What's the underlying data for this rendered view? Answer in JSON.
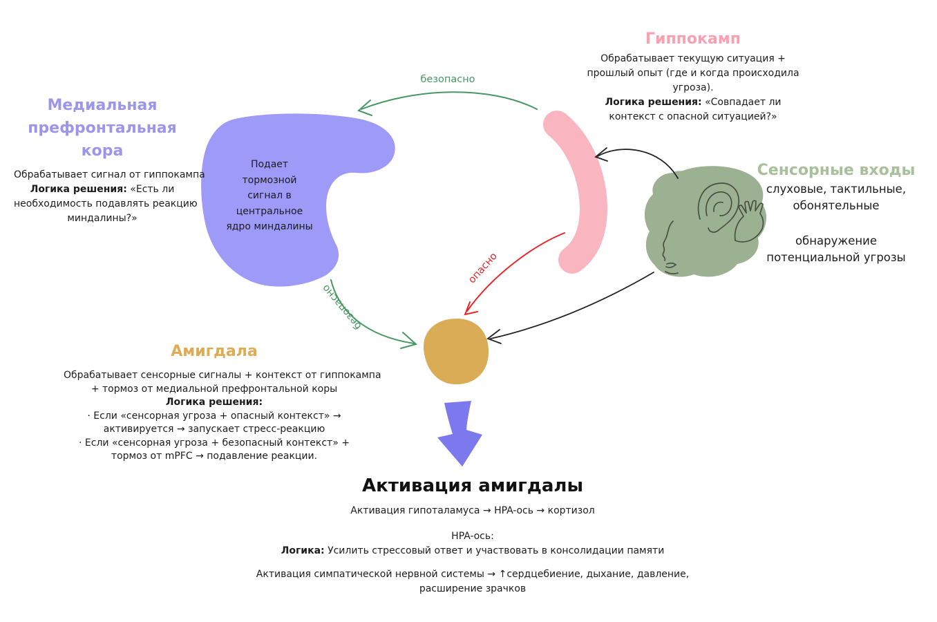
{
  "colors": {
    "mpfc_fill": "#9D9AF8",
    "hippocampus_fill": "#F9B6C1",
    "sensory_fill": "#9CB191",
    "amygdala_fill": "#D9AC55",
    "down_arrow_fill": "#7B79ED",
    "safe_green": "#479663",
    "danger_red": "#E8262A",
    "black_arrow": "#222222",
    "mpfc_title_color": "#9B96EA",
    "hippocampus_title_color": "#F9A1B2",
    "sensory_title_color": "#A9BF9B",
    "amygdala_title_color": "#DFAC55"
  },
  "mpfc": {
    "title_line1": "Медиальная",
    "title_line2": "префронтальная",
    "title_line3": "кора",
    "desc_line1": "Обрабатывает сигнал от гиппокампа",
    "logic_label": "Логика решения:",
    "logic_rest": " «Есть ли",
    "desc_line3": "необходимость подавлять реакцию",
    "desc_line4": "миндалины?»",
    "blob_line1": "Подает",
    "blob_line2": "тормозной",
    "blob_line3": "сигнал в",
    "blob_line4": "центральное",
    "blob_line5": "ядро миндалины"
  },
  "hippocampus": {
    "title": "Гиппокамп",
    "desc_line1": "Обрабатывает текущую ситуация +",
    "desc_line2": "прошлый опыт (где и когда происходила",
    "desc_line3": "угроза).",
    "logic_label": "Логика решения:",
    "logic_rest": " «Совпадает ли",
    "desc_line5": "контекст с опасной ситуацией?»"
  },
  "sensory": {
    "title": "Сенсорные входы",
    "line1": "слуховые, тактильные,",
    "line2": "обонятельные",
    "line3": "обнаружение",
    "line4": "потенциальной угрозы"
  },
  "amygdala": {
    "title": "Амигдала",
    "desc_line1": "Обрабатывает сенсорные сигналы + контекст от гиппокампа",
    "desc_line2": "+ тормоз от медиальной префронтальной коры",
    "logic_label": "Логика решения:",
    "bullet1_line1": "·   Если «сенсорная угроза + опасный контекст» →",
    "bullet1_line2": "активируется → запускает стресс-реакцию",
    "bullet2_line1": "·   Если «сенсорная угроза + безопасный контекст» +",
    "bullet2_line2": "тормоз от mPFC → подавление реакции."
  },
  "activation": {
    "title": "Активация амигдалы",
    "line1": "Активация гипоталамуса → HPA-ось → кортизол",
    "line2": "HPA-ось:",
    "logic_label": "Логика:",
    "logic_rest": " Усилить стрессовый ответ и участвовать в консолидации памяти",
    "line4a": "Активация симпатической нервной системы → ↑сердцебиение, дыхание, давление,",
    "line4b": "расширение зрачков"
  },
  "arrows": {
    "safe_top_label": "безопасно",
    "safe_diagonal_label": "безопасно",
    "danger_label": "опасно"
  }
}
